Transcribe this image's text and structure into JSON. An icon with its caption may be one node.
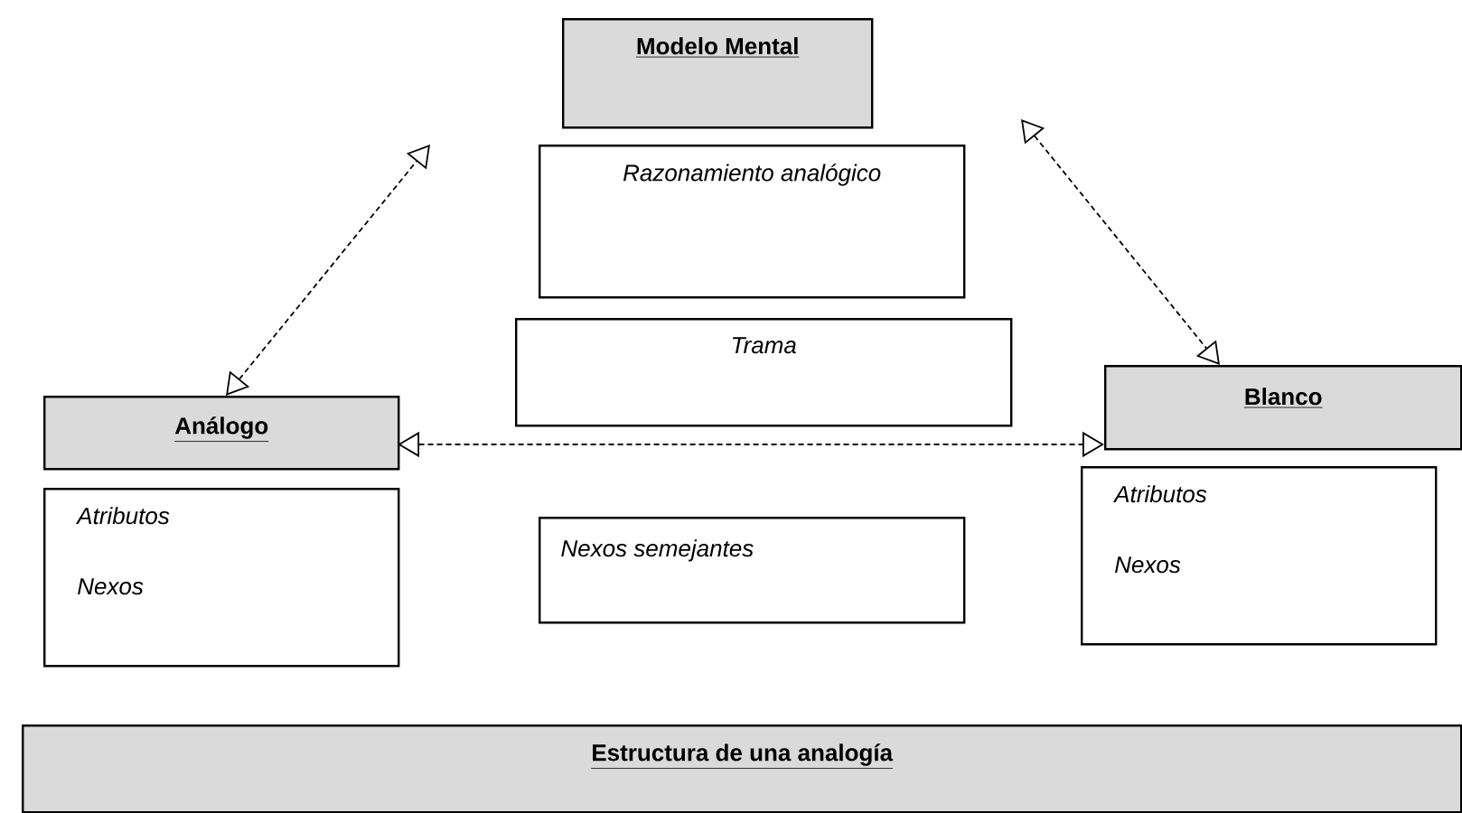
{
  "diagram": {
    "nodes": [
      {
        "text": [
          "Modelo Mental"
        ]
      },
      {
        "text": [
          "Razonamiento analógico"
        ]
      },
      {
        "text": [
          "Trama"
        ]
      },
      {
        "text": [
          "Análogo"
        ]
      },
      {
        "text": [
          "Atributos",
          "Nexos"
        ]
      },
      {
        "text": [
          "Nexos semejantes"
        ]
      },
      {
        "text": [
          "Blanco"
        ]
      },
      {
        "text": [
          "Atributos",
          "Nexos"
        ]
      },
      {
        "text": [
          "Estructura de una analogía"
        ]
      }
    ],
    "edges": [
      {
        "from": 3,
        "to": null,
        "arrow": "both",
        "style": "dashed"
      },
      {
        "from": null,
        "to": 6,
        "arrow": "both",
        "style": "dashed"
      },
      {
        "from": 3,
        "to": 6,
        "arrow": "both",
        "style": "dashed"
      }
    ]
  }
}
